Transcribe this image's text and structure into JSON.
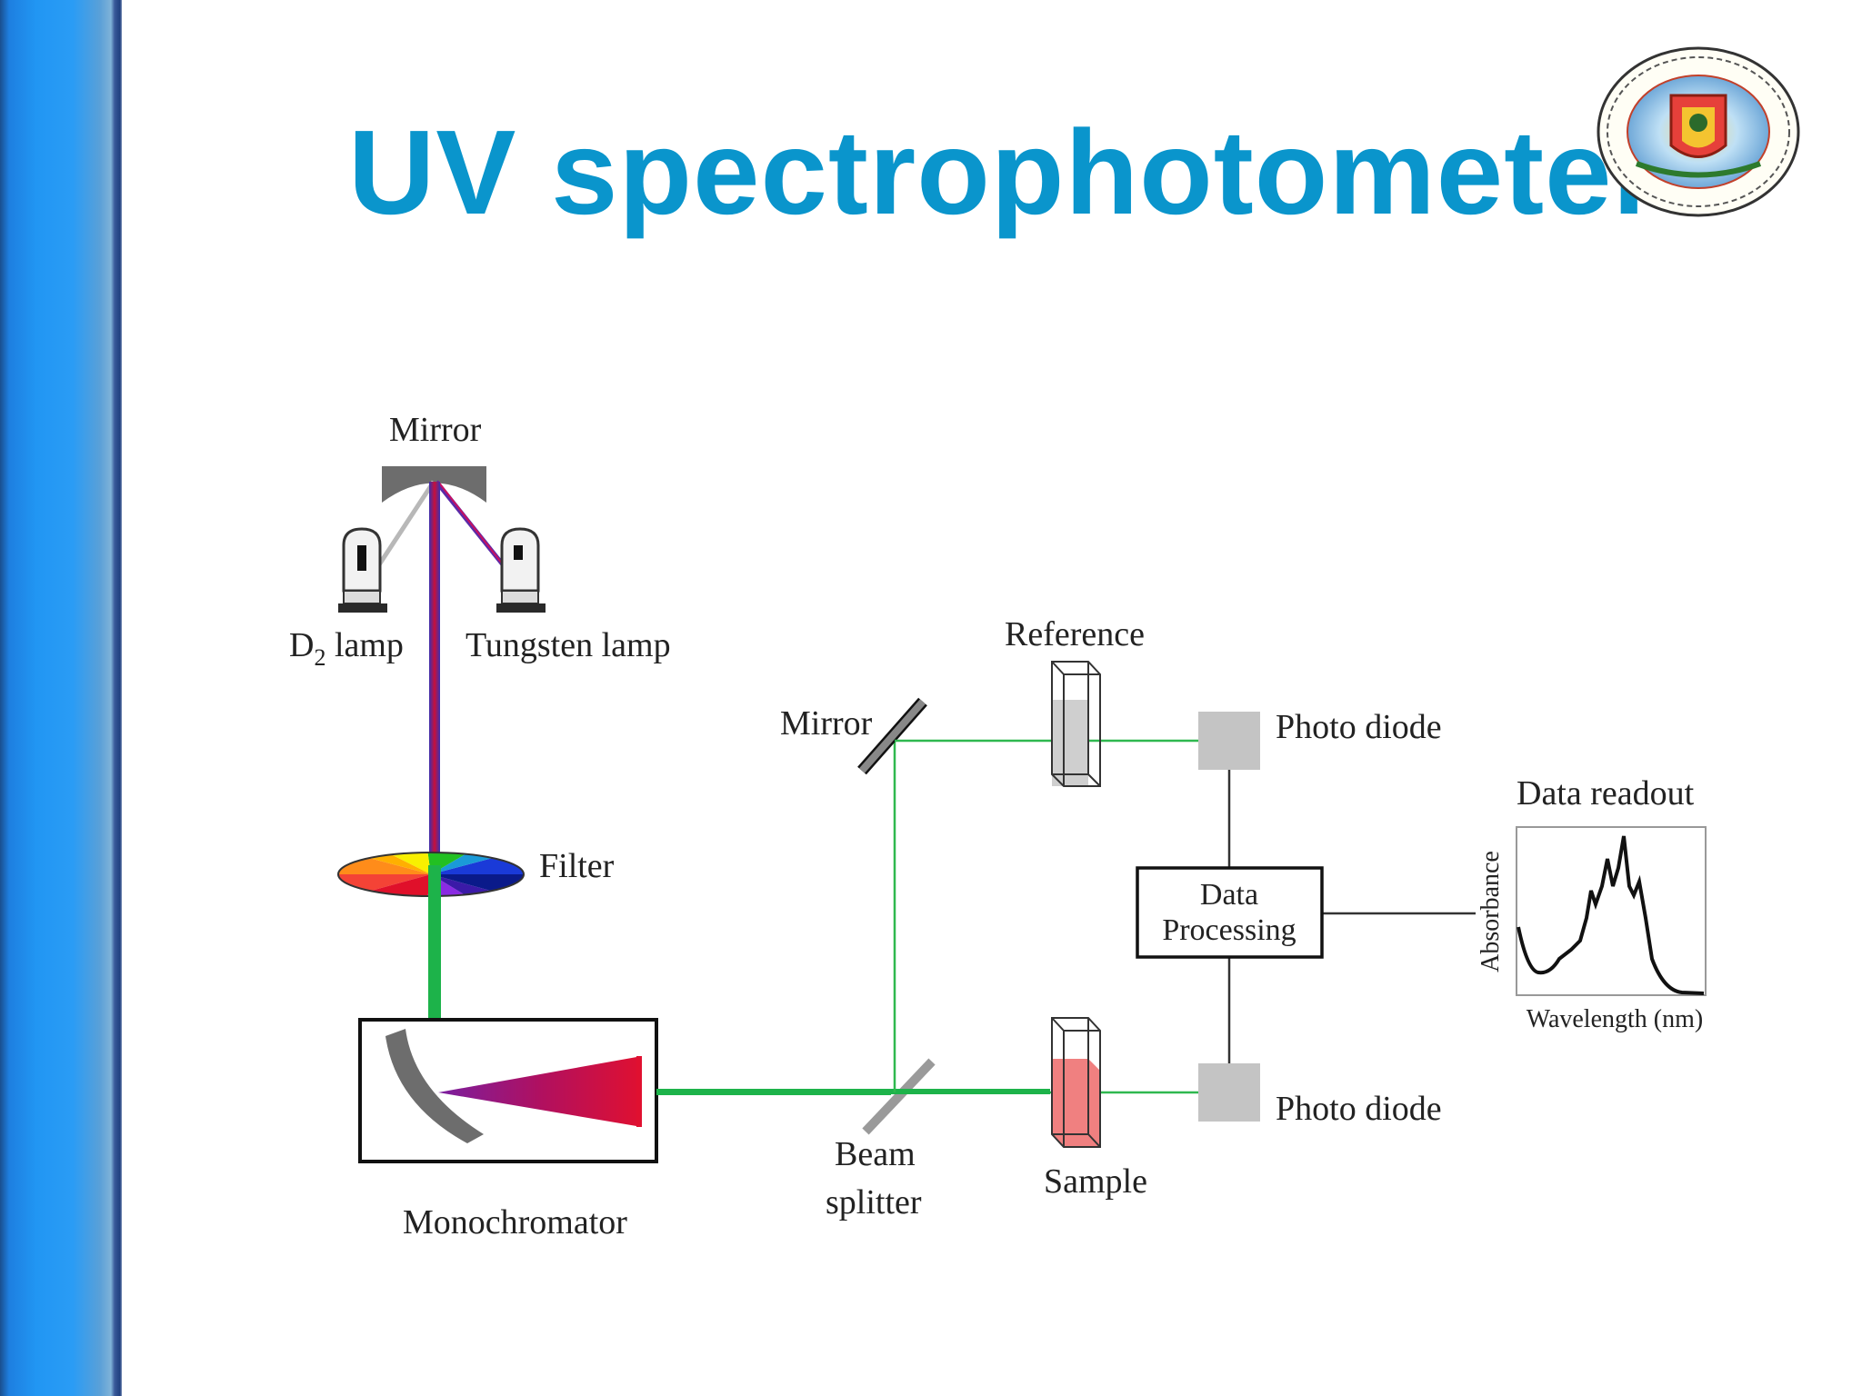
{
  "slide": {
    "title": "UV spectrophotometer"
  },
  "diagram": {
    "labels": {
      "mirror_top": "Mirror",
      "d2_lamp_main": "D",
      "d2_lamp_sub": "2",
      "d2_lamp_rest": " lamp",
      "tungsten_lamp": "Tungsten lamp",
      "filter": "Filter",
      "monochromator": "Monochromator",
      "beam_splitter_line1": "Beam",
      "beam_splitter_line2": "splitter",
      "mirror_right": "Mirror",
      "reference": "Reference",
      "sample": "Sample",
      "photo_diode_top": "Photo diode",
      "photo_diode_bottom": "Photo diode",
      "data_processing_line1": "Data",
      "data_processing_line2": "Processing",
      "data_readout": "Data readout",
      "readout_ylabel": "Absorbance",
      "readout_xlabel": "Wavelength (nm)"
    },
    "colors": {
      "title": "#0a95cc",
      "beam_green": "#1db34a",
      "beam_thin_green": "#2fb84f",
      "mirror_gray": "#6d6d6d",
      "sample_red": "#f08080",
      "reference_gray": "#cfcfcf",
      "diode_gray": "#c4c4c4"
    },
    "logo": {
      "description_icon": "university-seal-icon"
    }
  }
}
